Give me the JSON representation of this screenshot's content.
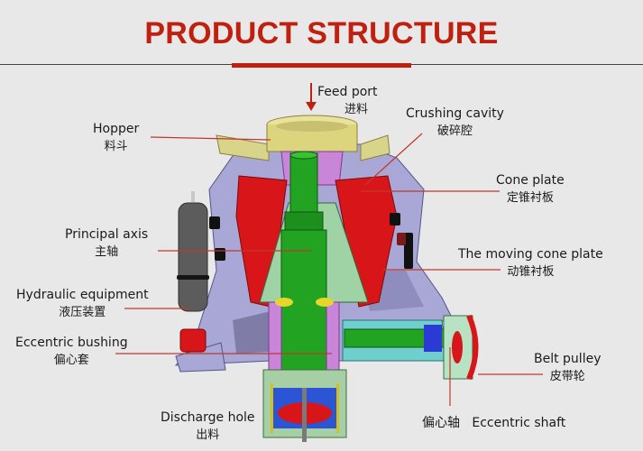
{
  "header": {
    "title": "PRODUCT STRUCTURE"
  },
  "colors": {
    "accent": "#c0200f",
    "background": "#e8e8e8",
    "leader_line": "#c0392b"
  },
  "labels": {
    "feed_port": {
      "en": "Feed port",
      "zh": "进料"
    },
    "hopper": {
      "en": "Hopper",
      "zh": "料斗"
    },
    "crushing_cavity": {
      "en": "Crushing cavity",
      "zh": "破碎腔"
    },
    "cone_plate": {
      "en": "Cone plate",
      "zh": "定锥衬板"
    },
    "principal_axis": {
      "en": "Principal axis",
      "zh": "主轴"
    },
    "moving_cone_plate": {
      "en": "The moving cone plate",
      "zh": "动锥衬板"
    },
    "hydraulic_equipment": {
      "en": "Hydraulic equipment",
      "zh": "液压装置"
    },
    "eccentric_bushing": {
      "en": "Eccentric bushing",
      "zh": "偏心套"
    },
    "belt_pulley": {
      "en": "Belt pulley",
      "zh": "皮带轮"
    },
    "discharge_hole": {
      "en": "Discharge hole",
      "zh": "出料"
    },
    "eccentric_shaft": {
      "en": "Eccentric shaft",
      "zh": "偏心轴"
    }
  }
}
